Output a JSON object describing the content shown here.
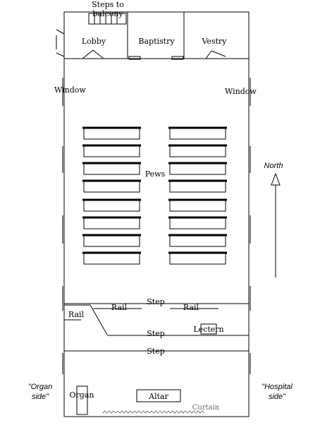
{
  "labels": {
    "steps_to_balcony_line1": "Steps to",
    "steps_to_balcony_line2": "balcony",
    "lobby": "Lobby",
    "baptistry": "Baptistry",
    "vestry": "Vestry",
    "window_left": "Window",
    "window_right": "Window",
    "pews": "Pews",
    "north": "North",
    "step_1": "Step",
    "rail_center_left": "Rail",
    "rail_center_right": "Rail",
    "rail_left": "Rail",
    "step_2": "Step",
    "lectern": "Lectern",
    "step_3": "Step",
    "organ_side_line1": "\"Organ",
    "organ_side_line2": "side\"",
    "hospital_side_line1": "\"Hospital",
    "hospital_side_line2": "side\"",
    "organ": "Organ",
    "altar": "Altar",
    "curtain": "Curtain"
  },
  "pews": {
    "rows_per_side": 8,
    "sides": [
      "left",
      "right"
    ]
  }
}
